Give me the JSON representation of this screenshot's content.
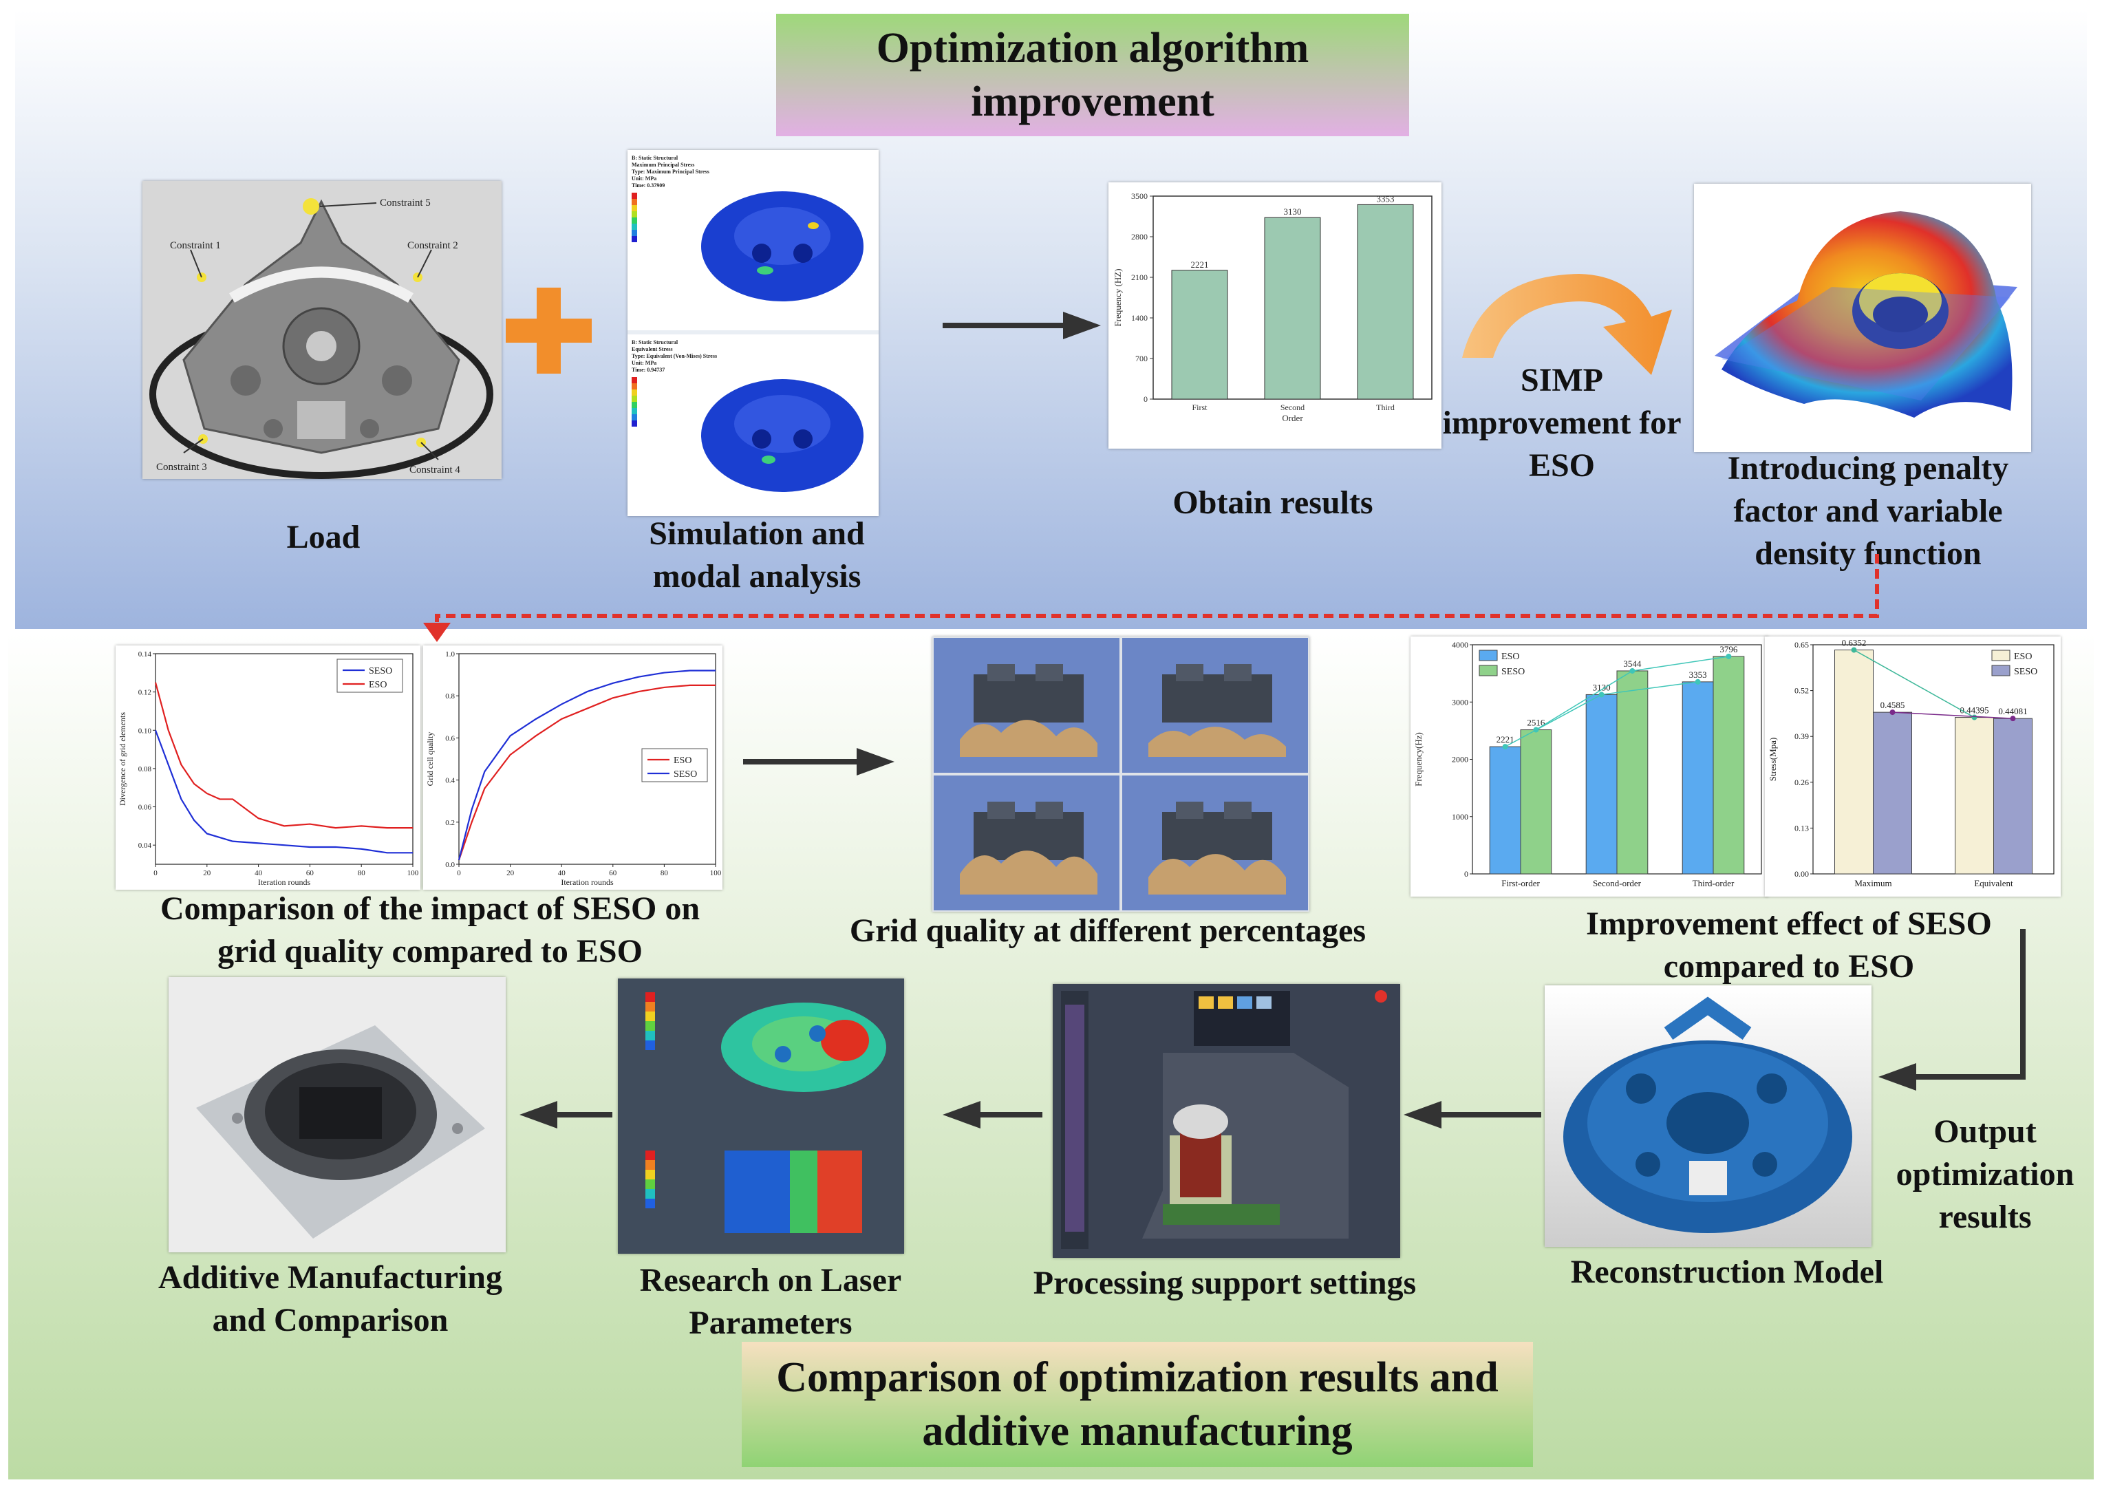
{
  "titles": {
    "top": "Optimization algorithm improvement",
    "bottom": "Comparison of optimization results and additive manufacturing"
  },
  "labels": {
    "load": "Load",
    "simulation": "Simulation and modal analysis",
    "obtain": "Obtain results",
    "simp": "SIMP improvement for ESO",
    "penalty": "Introducing penalty factor and variable density function",
    "compare_grid": "Comparison of the impact of SESO on grid quality compared to ESO",
    "grid_pct": "Grid quality at different percentages",
    "improvement": "Improvement effect of SESO compared to ESO",
    "output": "Output optimization results",
    "reconstruction": "Reconstruction Model",
    "support": "Processing support settings",
    "laser": "Research on Laser Parameters",
    "additive": "Additive Manufacturing and Comparison"
  },
  "load_image": {
    "constraints": [
      "Constraint 1",
      "Constraint 2",
      "Constraint 3",
      "Constraint 4",
      "Constraint 5"
    ]
  },
  "simulation_image": {
    "panel1_header": [
      "B: Static Structural",
      "Maximum Principal Stress",
      "Type: Maximum Principal Stress",
      "Unit: MPa",
      "Time: 0.37909"
    ],
    "panel2_header": [
      "B: Static Structural",
      "Equivalent Stress",
      "Type: Equivalent (Von-Mises) Stress",
      "Unit: MPa",
      "Time: 0.94737"
    ]
  },
  "colors": {
    "bar_green": "#9cc9b1",
    "eso_blue": "#5aaaf0",
    "seso_green": "#8fd18a",
    "eso_beige": "#f6f0d6",
    "seso_purple": "#9aa0cc",
    "dashed_red": "#e0322b",
    "plus_orange": "#f28e2b"
  },
  "chart_data": [
    {
      "id": "obtain_results",
      "type": "bar",
      "categories": [
        "First",
        "Second",
        "Third"
      ],
      "values": [
        2221,
        3130,
        3353
      ],
      "xlabel": "Order",
      "ylabel": "Frequency (HZ)",
      "ylim": [
        0,
        3500
      ],
      "yticks": [
        "0",
        "700",
        "1400",
        "2100",
        "2800",
        "3500"
      ],
      "data_labels": [
        "2221",
        "3130",
        "3353"
      ]
    },
    {
      "id": "divergence",
      "type": "line",
      "xlabel": "Iteration rounds",
      "ylabel": "Divergence of grid elements",
      "xlim": [
        0,
        100
      ],
      "ylim": [
        0.03,
        0.14
      ],
      "xticks": [
        "0",
        "20",
        "40",
        "60",
        "80",
        "100"
      ],
      "yticks": [
        "0.04",
        "0.06",
        "0.08",
        "0.10",
        "0.12",
        "0.14"
      ],
      "legend": "top-right",
      "series": [
        {
          "name": "SESO",
          "color": "#1f2fd6",
          "x": [
            0,
            5,
            10,
            15,
            20,
            30,
            40,
            50,
            60,
            70,
            80,
            90,
            100
          ],
          "y": [
            0.1,
            0.082,
            0.064,
            0.053,
            0.046,
            0.042,
            0.041,
            0.04,
            0.039,
            0.039,
            0.038,
            0.036,
            0.036
          ]
        },
        {
          "name": "ESO",
          "color": "#e02020",
          "x": [
            0,
            5,
            10,
            15,
            20,
            25,
            30,
            35,
            40,
            50,
            60,
            70,
            80,
            90,
            100
          ],
          "y": [
            0.125,
            0.1,
            0.082,
            0.072,
            0.067,
            0.064,
            0.064,
            0.059,
            0.054,
            0.05,
            0.051,
            0.049,
            0.05,
            0.049,
            0.049
          ]
        }
      ]
    },
    {
      "id": "grid_cell_quality",
      "type": "line",
      "xlabel": "Iteration rounds",
      "ylabel": "Grid cell quality",
      "xlim": [
        0,
        100
      ],
      "ylim": [
        0,
        1.0
      ],
      "xticks": [
        "0",
        "20",
        "40",
        "60",
        "80",
        "100"
      ],
      "yticks": [
        "0.0",
        "0.2",
        "0.4",
        "0.6",
        "0.8",
        "1.0"
      ],
      "legend": "right",
      "series": [
        {
          "name": "ESO",
          "color": "#e02020",
          "x": [
            0,
            5,
            10,
            20,
            30,
            40,
            50,
            60,
            70,
            80,
            90,
            100
          ],
          "y": [
            0.02,
            0.2,
            0.36,
            0.52,
            0.61,
            0.69,
            0.74,
            0.79,
            0.82,
            0.84,
            0.85,
            0.85
          ]
        },
        {
          "name": "SESO",
          "color": "#1f2fd6",
          "x": [
            0,
            5,
            10,
            20,
            30,
            40,
            50,
            60,
            70,
            80,
            90,
            100
          ],
          "y": [
            0.02,
            0.26,
            0.44,
            0.61,
            0.69,
            0.76,
            0.82,
            0.86,
            0.89,
            0.91,
            0.92,
            0.92
          ]
        }
      ]
    },
    {
      "id": "frequency_comparison",
      "type": "bar",
      "categories": [
        "First-order",
        "Second-order",
        "Third-order"
      ],
      "ylabel": "Frequency(Hz)",
      "ylim": [
        0,
        4000
      ],
      "yticks": [
        "0",
        "1000",
        "2000",
        "3000",
        "4000"
      ],
      "legend": "top-left",
      "series": [
        {
          "name": "ESO",
          "values": [
            2221,
            3130,
            3353
          ],
          "labels": [
            "2221",
            "3130",
            "3353"
          ]
        },
        {
          "name": "SESO",
          "values": [
            2516,
            3544,
            3796
          ],
          "labels": [
            "2516",
            "3544",
            "3796"
          ]
        }
      ]
    },
    {
      "id": "stress_comparison",
      "type": "bar",
      "categories": [
        "Maximum",
        "Equivalent"
      ],
      "ylabel": "Stress(Mpa)",
      "ylim": [
        0,
        0.65
      ],
      "yticks": [
        "0.00",
        "0.13",
        "0.26",
        "0.39",
        "0.52",
        "0.65"
      ],
      "legend": "top-right",
      "series": [
        {
          "name": "ESO",
          "values": [
            0.6352,
            0.44395
          ],
          "labels": [
            "0.6352",
            "0.44395"
          ]
        },
        {
          "name": "SESO",
          "values": [
            0.4585,
            0.44081
          ],
          "labels": [
            "0.4585",
            "0.44081"
          ]
        }
      ]
    }
  ]
}
